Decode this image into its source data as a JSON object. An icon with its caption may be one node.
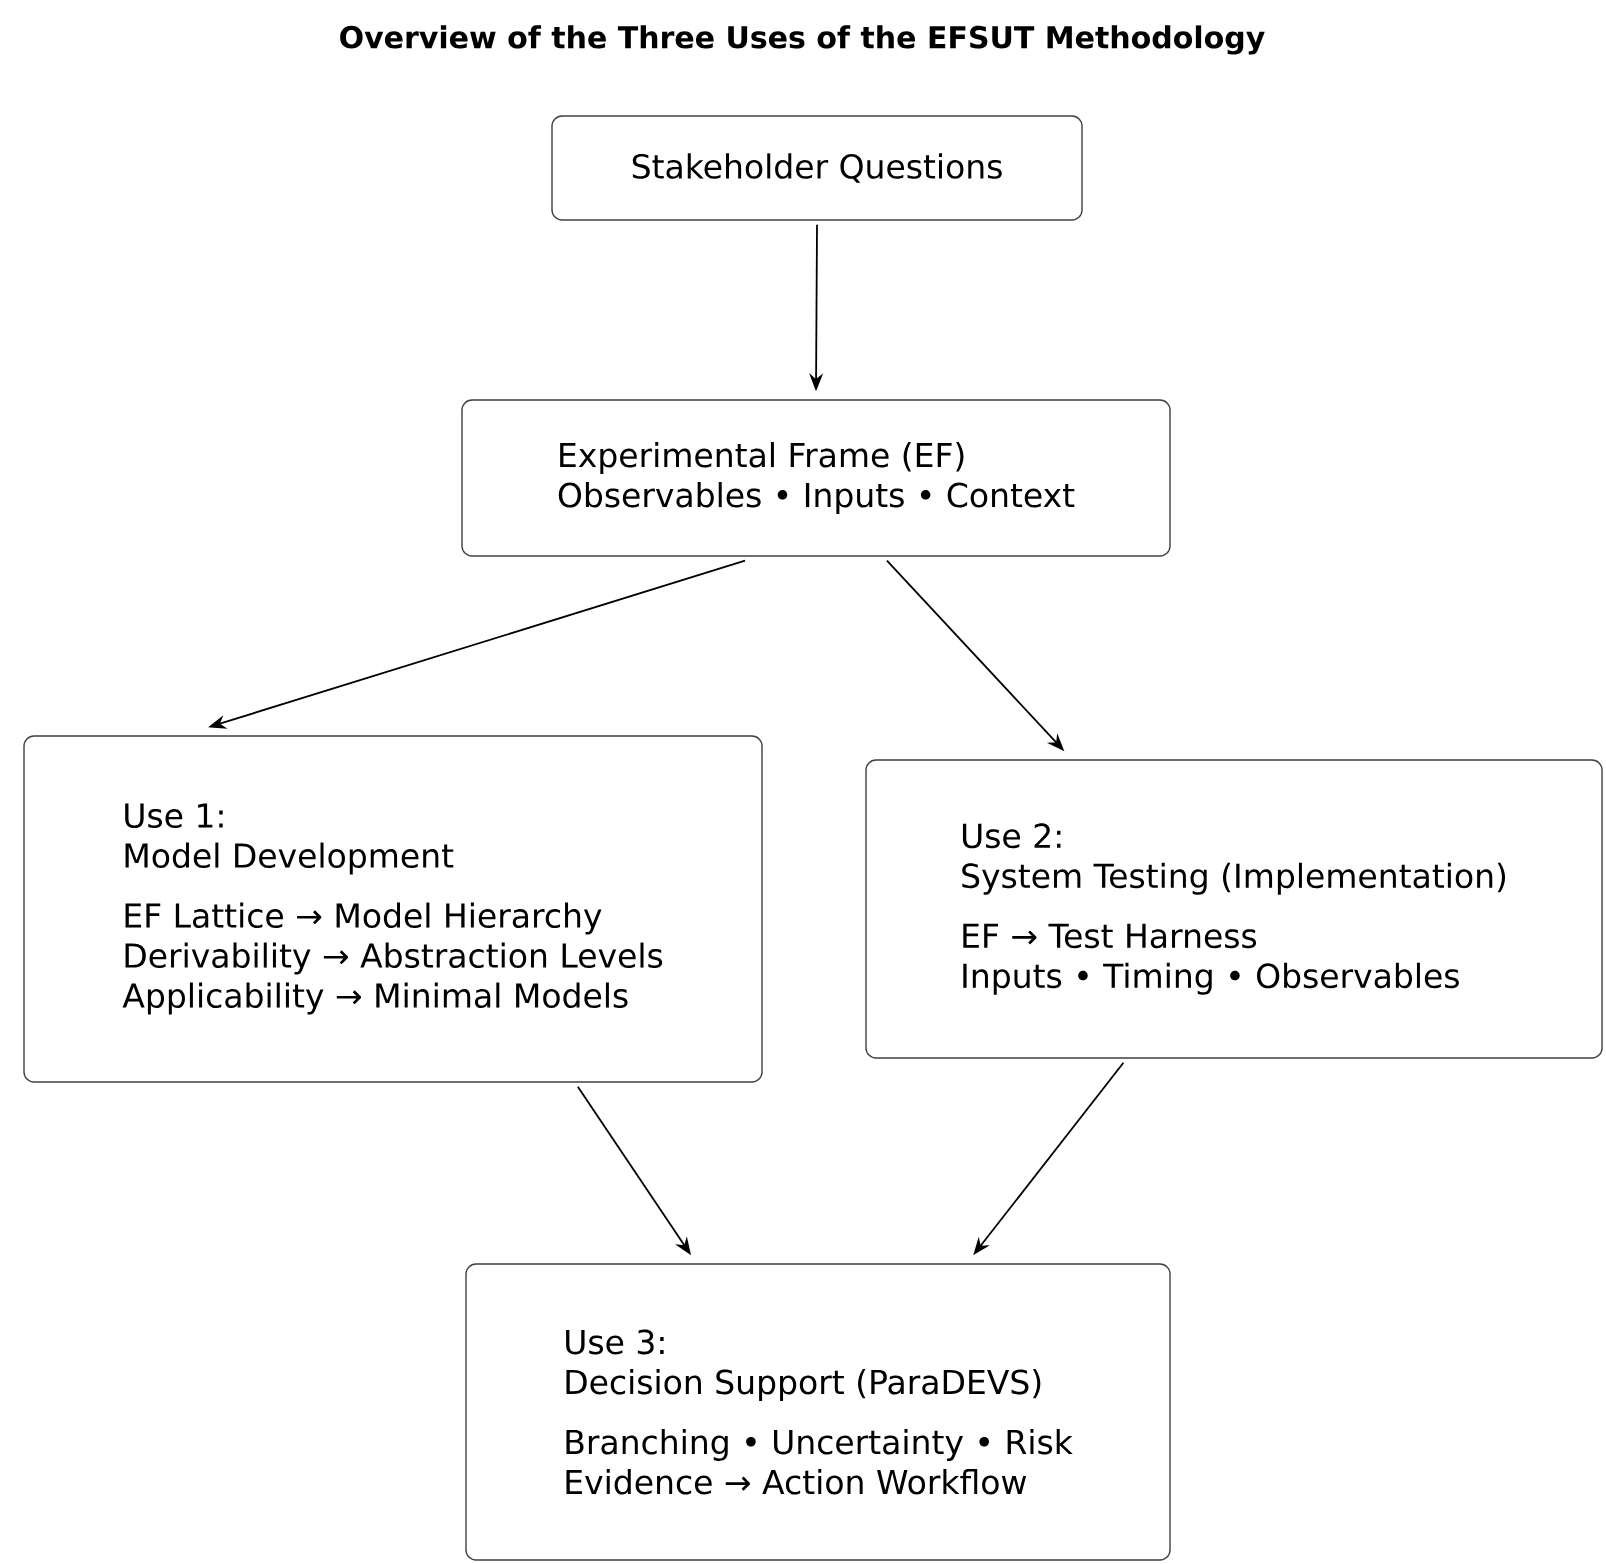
{
  "diagram": {
    "title": "Overview of the Three Uses of the EFSUT Methodology",
    "nodes": [
      {
        "text": [
          "Stakeholder Questions"
        ]
      },
      {
        "text": [
          "Experimental Frame (EF)",
          "Observables • Inputs • Context"
        ]
      },
      {
        "text": [
          "Use 1:",
          "Model Development",
          "EF Lattice → Model Hierarchy",
          "Derivability → Abstraction Levels",
          "Applicability → Minimal Models"
        ]
      },
      {
        "text": [
          "Use 2:",
          "System Testing (Implementation)",
          "EF → Test Harness",
          "Inputs • Timing • Observables"
        ]
      },
      {
        "text": [
          "Use 3:",
          "Decision Support (ParaDEVS)",
          "Branching • Uncertainty • Risk",
          "Evidence → Action Workflow"
        ]
      }
    ],
    "edges": [
      {
        "from": 0,
        "to": 1,
        "arrow": "to"
      },
      {
        "from": 1,
        "to": 2,
        "arrow": "to"
      },
      {
        "from": 1,
        "to": 3,
        "arrow": "to"
      },
      {
        "from": 2,
        "to": 4,
        "arrow": "to"
      },
      {
        "from": 3,
        "to": 4,
        "arrow": "to"
      }
    ]
  }
}
